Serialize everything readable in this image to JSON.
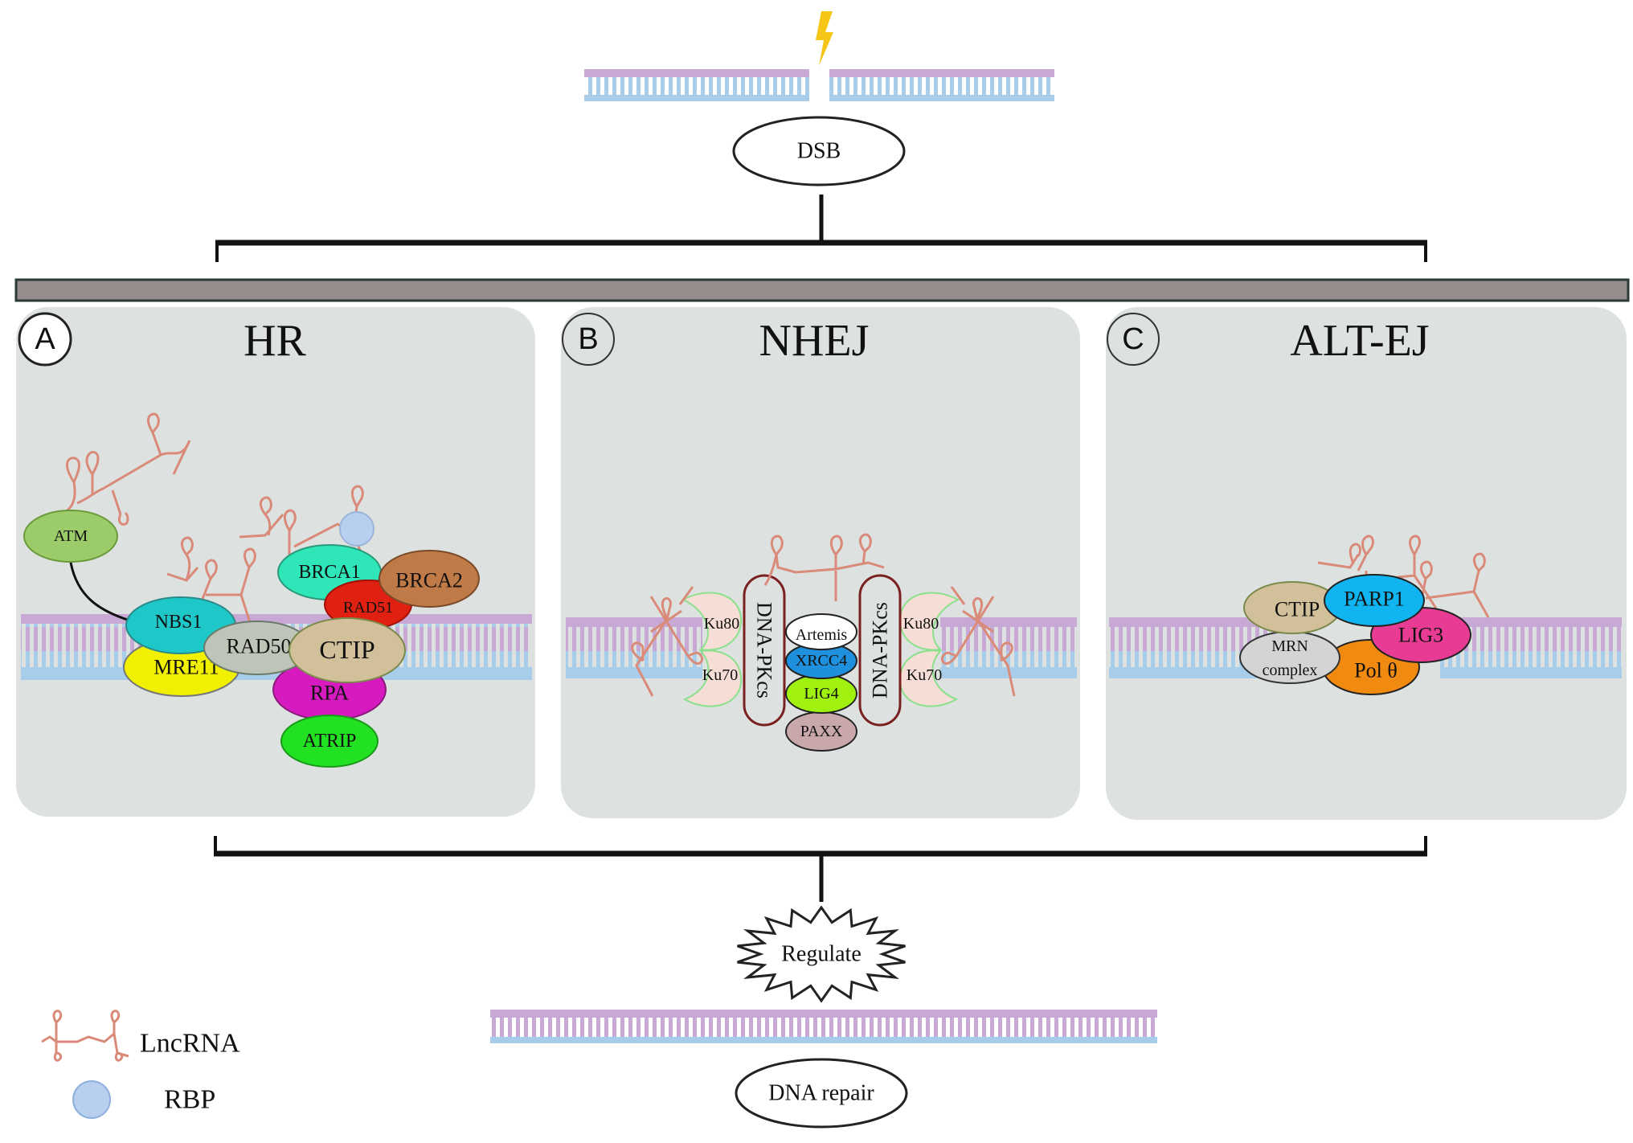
{
  "top": {
    "damage_icon": "lightning-bolt-icon",
    "dsb_label": "DSB"
  },
  "panels": [
    {
      "letter": "A",
      "title": "HR",
      "proteins": [
        "ATM",
        "NBS1",
        "MRE11",
        "RAD50",
        "CTIP",
        "BRCA1",
        "BRCA2",
        "RAD51",
        "RPA",
        "ATRIP"
      ]
    },
    {
      "letter": "B",
      "title": "NHEJ",
      "proteins": [
        "Ku80",
        "Ku70",
        "DNA-PKcs",
        "Artemis",
        "XRCC4",
        "LIG4",
        "PAXX",
        "Ku80",
        "Ku70",
        "DNA-PKcs"
      ]
    },
    {
      "letter": "C",
      "title": "ALT-EJ",
      "proteins": [
        "CTIP",
        "PARP1",
        "LIG3",
        "MRN complex",
        "Pol θ"
      ],
      "mrn_line1": "MRN",
      "mrn_line2": "complex"
    }
  ],
  "bottom": {
    "regulate_label": "Regulate",
    "repair_label": "DNA repair"
  },
  "legend": [
    {
      "icon": "lncrna-icon",
      "label": "LncRNA"
    },
    {
      "icon": "rbp-icon",
      "label": "RBP"
    }
  ],
  "colors": {
    "panel_bg": "#dde2e0",
    "divider_bar": "#968e8c",
    "dna_top": "#c8a8d4",
    "dna_bottom": "#a8cdea",
    "lncrna": "#d98a78",
    "rbp": "#b8cfee",
    "bolt": "#f5c518",
    "ATM": "#9ccc6a",
    "NBS1": "#1ec8c8",
    "MRE11": "#f0f000",
    "RAD50": "#bfc4b8",
    "CTIP": "#d2c09a",
    "BRCA1": "#2ee6b8",
    "BRCA2": "#c07a48",
    "RAD51": "#e02010",
    "RPA": "#d61ac0",
    "ATRIP": "#22e022",
    "Ku": "#f6ddd6",
    "Artemis": "#ffffff",
    "XRCC4": "#1e90dd",
    "LIG4": "#a0f010",
    "PAXX": "#c8a8aa",
    "PARP1": "#10b4f0",
    "LIG3": "#e83c94",
    "MRN": "#d4d4d4",
    "PolTheta": "#f08a10"
  }
}
